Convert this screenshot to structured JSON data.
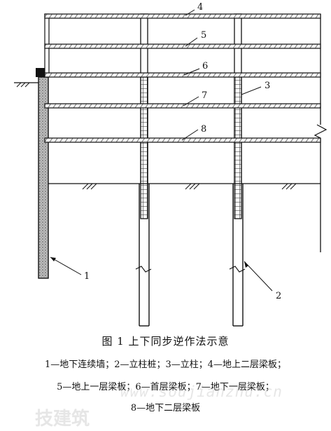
{
  "labels": {
    "l1": "1",
    "l2": "2",
    "l3": "3",
    "l4": "4",
    "l5": "5",
    "l6": "6",
    "l7": "7",
    "l8": "8"
  },
  "caption": "图 1    上下同步逆作法示意",
  "legend": {
    "line1": "1—地下连续墙；2—立柱桩；3—立柱；4—地上二层梁板；",
    "line2": "5—地上一层梁板；6—首层梁板；7—地下一层梁板；",
    "line3": "8—地下二层梁板"
  },
  "watermark": {
    "chinese": "技建筑",
    "url": "www.soujianzhu.cn"
  }
}
